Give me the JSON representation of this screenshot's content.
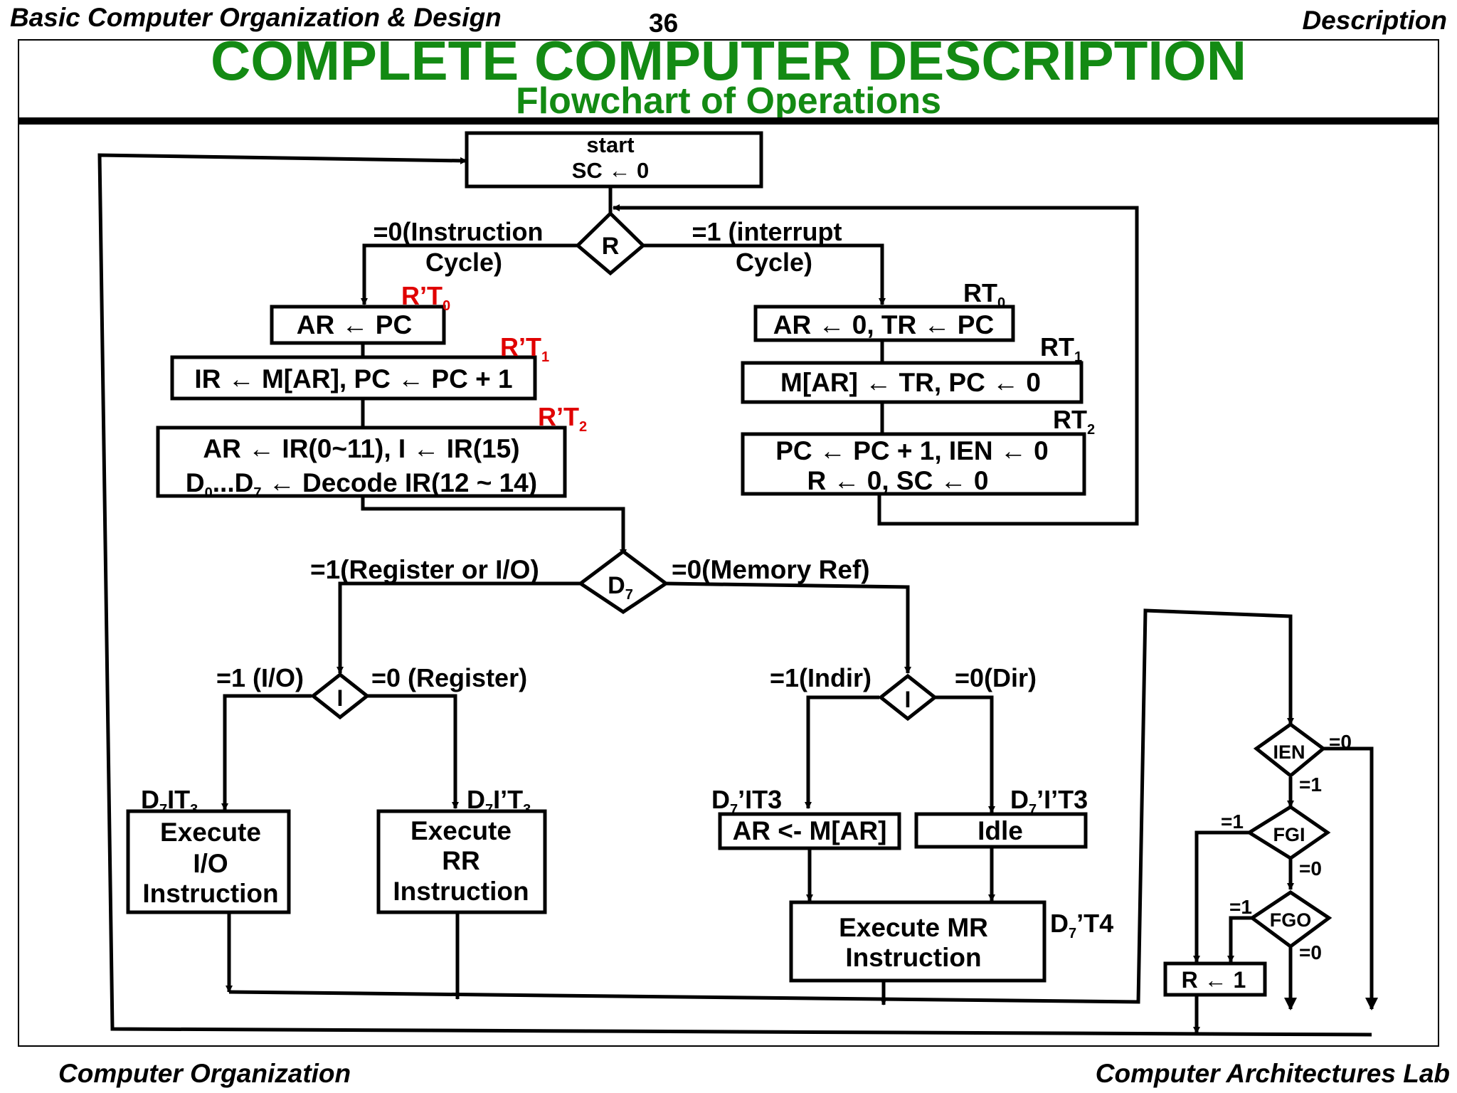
{
  "header": {
    "left": "Basic Computer Organization & Design",
    "page": "36",
    "right": "Description"
  },
  "title": {
    "main": "COMPLETE  COMPUTER  DESCRIPTION",
    "sub": "Flowchart  of  Operations"
  },
  "footer": {
    "left": "Computer Organization",
    "right": "Computer Architectures Lab"
  },
  "flow": {
    "start": {
      "line1": "start",
      "line2": "SC ← 0"
    },
    "r_diamond": "R",
    "r_zero": {
      "line1": "=0(Instruction",
      "line2": "Cycle)"
    },
    "r_one": {
      "line1": "=1 (interrupt",
      "line2": "Cycle)"
    },
    "fetch1": "AR ← PC",
    "fetch2": "IR ← M[AR], PC ← PC + 1",
    "fetch3": {
      "line1": "AR ← IR(0~11), I ← IR(15)",
      "line2_pre": "D",
      "sub0": "0",
      "line2_mid": "...D",
      "sub7": "7",
      "line2_post": " ← Decode IR(12 ~ 14)"
    },
    "rt_labels": {
      "prefix": "R’T",
      "s0": "0",
      "s1": "1",
      "s2": "2"
    },
    "int_labels": {
      "prefix": "RT",
      "s0": "0",
      "s1": "1",
      "s2": "2"
    },
    "int1": "AR ← 0, TR ← PC",
    "int2": "M[AR] ← TR, PC ← 0",
    "int3": {
      "line1": "PC ← PC + 1, IEN ← 0",
      "line2": "R ← 0, SC ← 0"
    },
    "d7": {
      "letter": "D",
      "sub": "7"
    },
    "d7_one": "=1(Register or I/O)",
    "d7_zero": "=0(Memory Ref)",
    "i_left": {
      "letter": "I",
      "one": "=1 (I/O)",
      "zero": "=0 (Register)"
    },
    "i_right": {
      "letter": "I",
      "one": "=1(Indir)",
      "zero": "=0(Dir)"
    },
    "io_label": {
      "pre": "D",
      "sub7": "7",
      "mid": "IT",
      "sub3": "3"
    },
    "rr_label": {
      "pre": "D",
      "sub7": "7",
      "mid": "I’T",
      "sub3": "3"
    },
    "ind_label": {
      "pre": "D",
      "sub7": "7",
      "mid": "’IT3"
    },
    "dir_label": {
      "pre": "D",
      "sub7": "7",
      "mid": "’I’T3"
    },
    "mr_label": {
      "pre": "D",
      "sub7": "7",
      "mid": "’T4"
    },
    "exec_io": {
      "line1": "Execute",
      "line2": "I/O",
      "line3": "Instruction"
    },
    "exec_rr": {
      "line1": "Execute",
      "line2": "RR",
      "line3": "Instruction"
    },
    "ar_mar": "AR <- M[AR]",
    "idle": "Idle",
    "exec_mr": {
      "line1": "Execute  MR",
      "line2": "Instruction"
    },
    "ien": {
      "name": "IEN",
      "zero": "=0",
      "one": "=1"
    },
    "fgi": {
      "name": "FGI",
      "one": "=1",
      "zero": "=0"
    },
    "fgo": {
      "name": "FGO",
      "one": "=1",
      "zero": "=0"
    },
    "r_set": "R ← 1"
  },
  "colors": {
    "title": "#138a13",
    "condition_labels": "#e00000",
    "lines": "#000000"
  }
}
